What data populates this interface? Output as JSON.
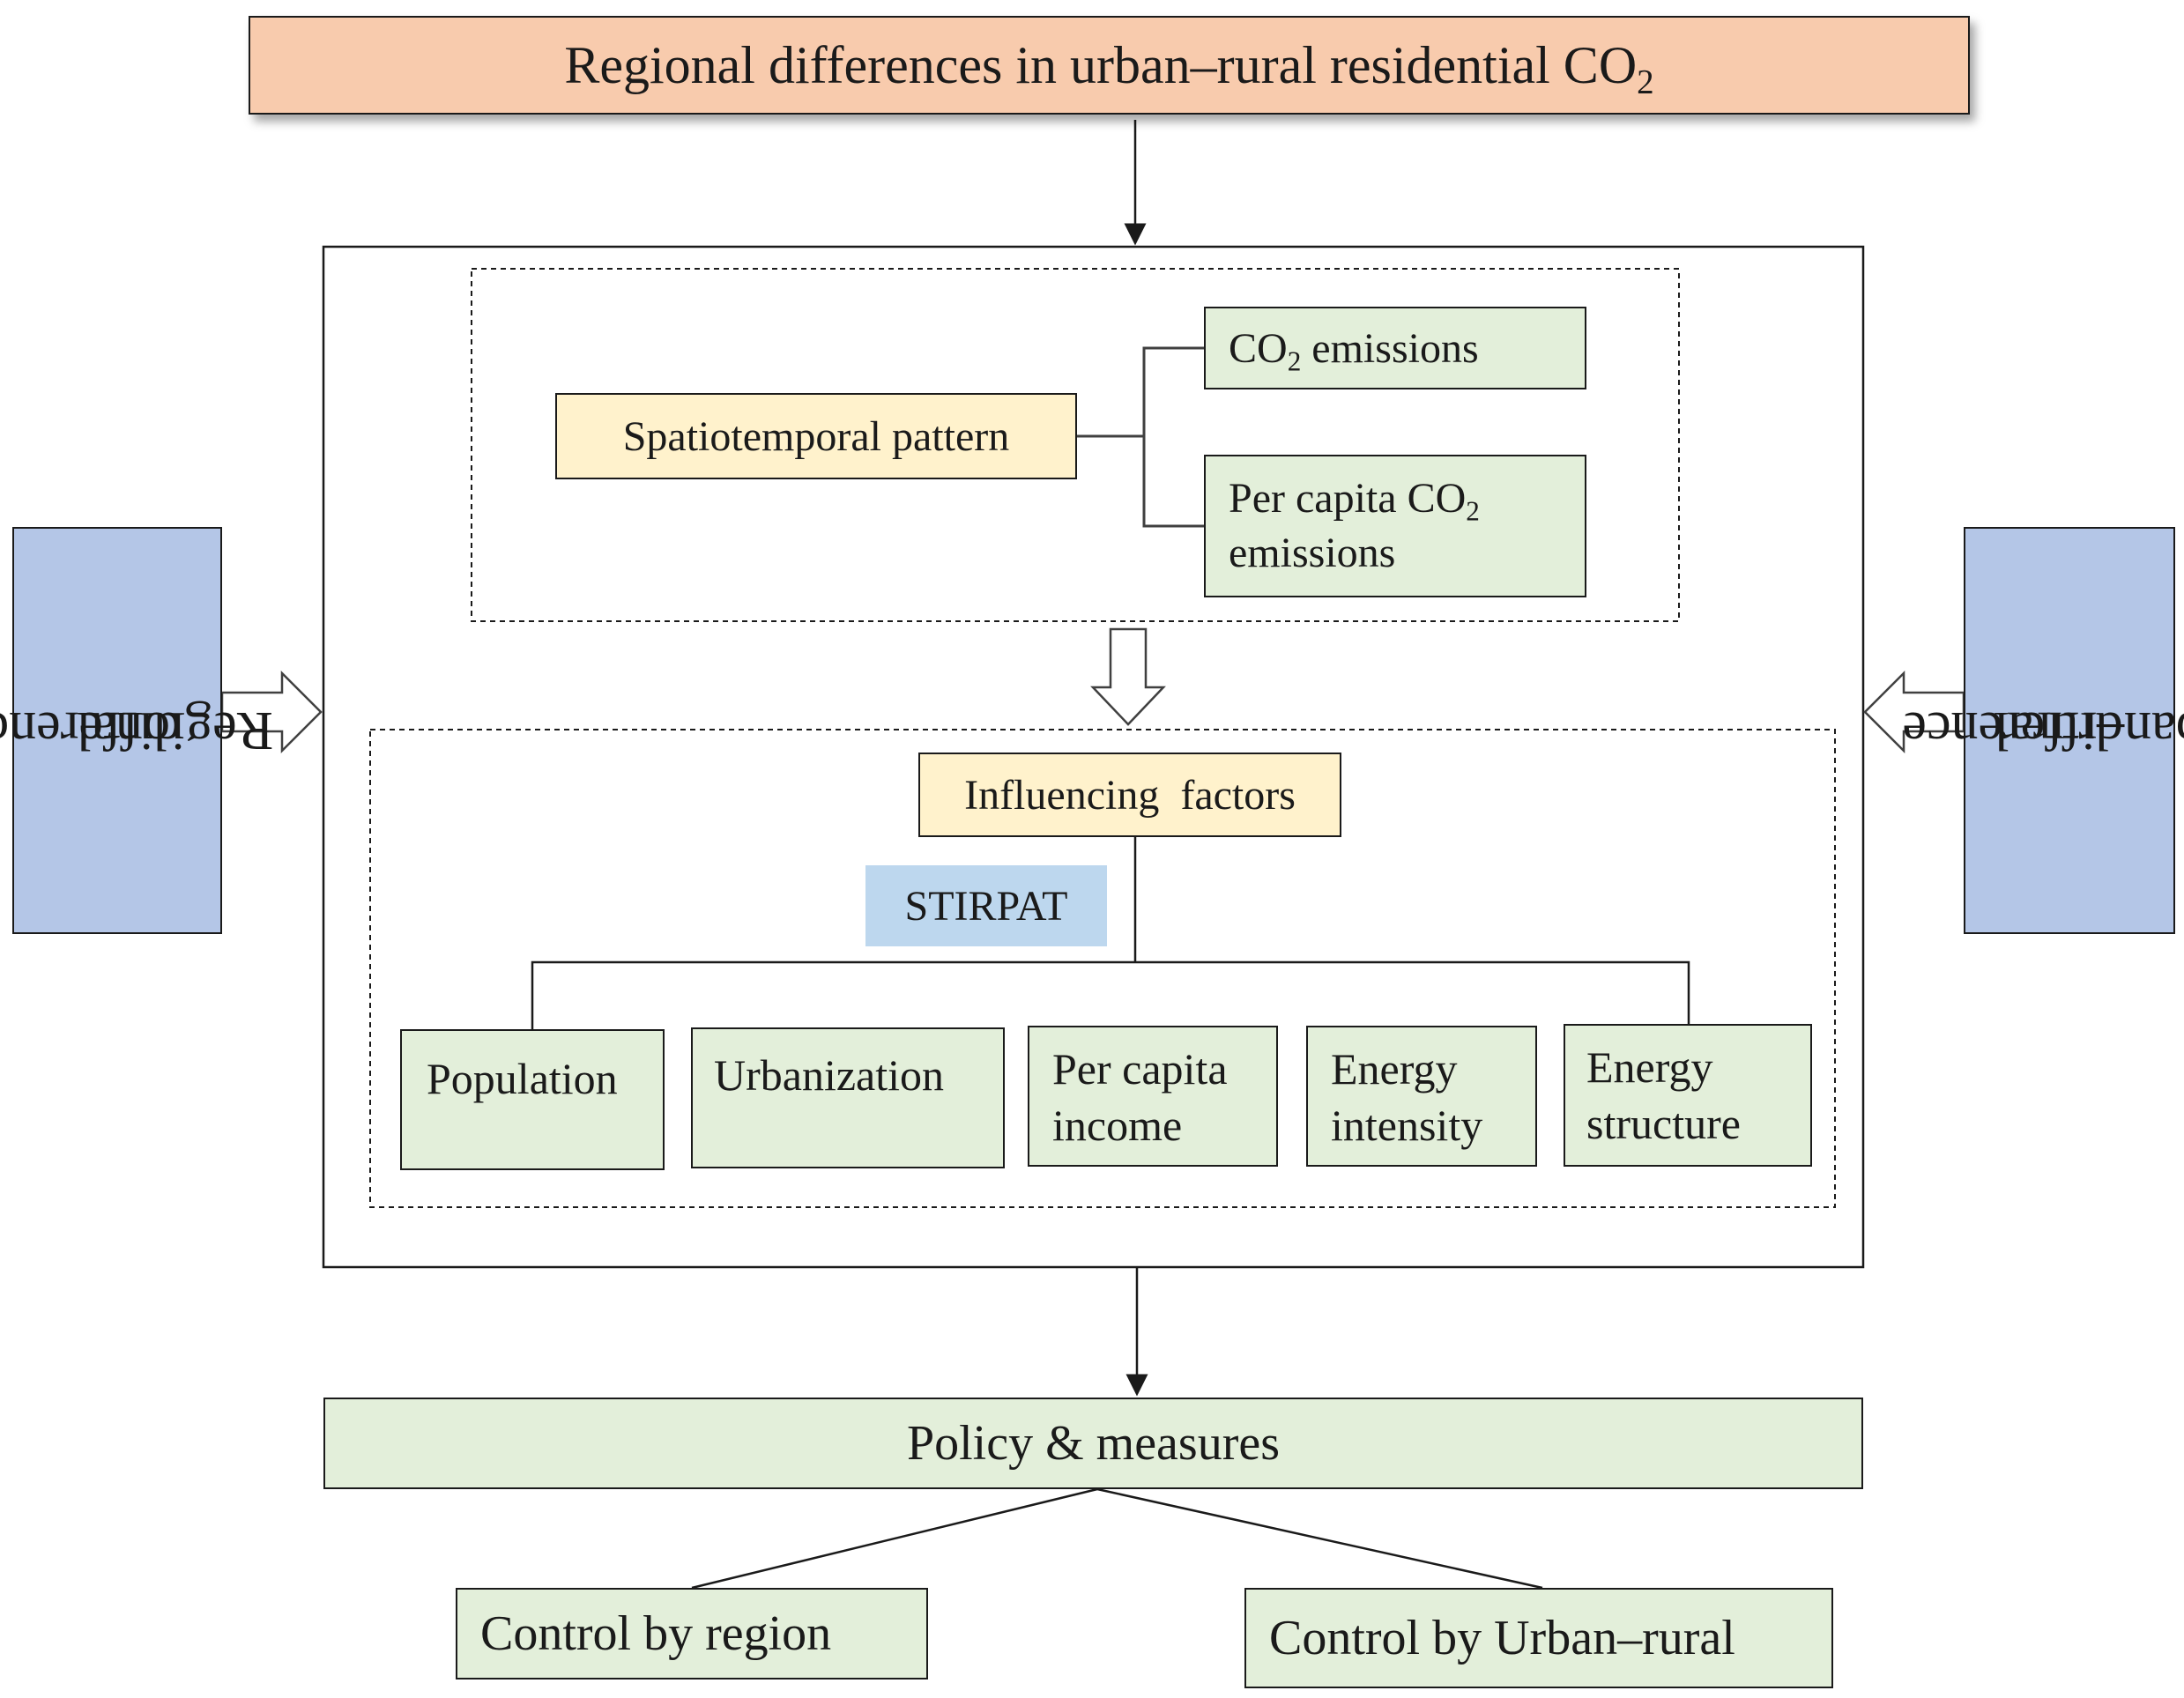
{
  "title": {
    "text": "Regional differences in urban–rural residential CO",
    "sub": "2"
  },
  "side_left": {
    "line1": "Regional",
    "line2": "differences"
  },
  "side_right": {
    "line1": "Urban–rural",
    "line2": "difference"
  },
  "pattern": {
    "label": "Spatiotemporal pattern",
    "co2_prefix": "CO",
    "co2_sub": "2",
    "co2_suffix": " emissions",
    "percap_prefix": "Per capita CO",
    "percap_sub": "2",
    "percap_line2": "emissions"
  },
  "factors": {
    "label": "Influencing  factors",
    "model": "STIRPAT",
    "items": [
      {
        "line1": "Population",
        "line2": ""
      },
      {
        "line1": "Urbanization",
        "line2": ""
      },
      {
        "line1": "Per capita",
        "line2": "income"
      },
      {
        "line1": "Energy",
        "line2": "intensity"
      },
      {
        "line1": "Energy",
        "line2": "structure"
      }
    ]
  },
  "policy": {
    "label": "Policy & measures",
    "by_region": "Control by region",
    "by_urban_rural": "Control by Urban–rural"
  },
  "colors": {
    "green": "#e3efda",
    "yellow": "#fff2cc",
    "blue": "#b4c6e7",
    "light_blue": "#bdd7ee",
    "orange": "#f8cbad"
  }
}
